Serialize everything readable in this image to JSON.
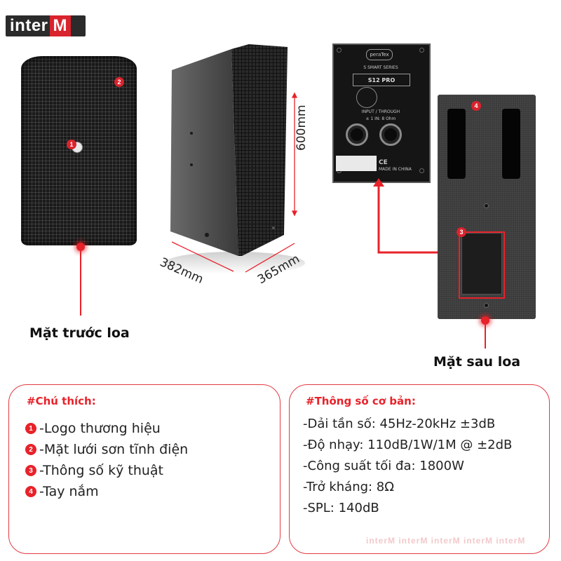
{
  "brand": {
    "logo_left": "inter",
    "logo_right": "M"
  },
  "front": {
    "caption": "Mặt trước loa",
    "markers": [
      "1",
      "2"
    ]
  },
  "dimensions": {
    "height": "600mm",
    "width": "382mm",
    "depth": "365mm"
  },
  "rear_panel": {
    "brand": "peraTex",
    "series": "S SMART SERIES",
    "model": "S12 PRO",
    "io_label": "INPUT / THROUGH",
    "impedance": "± 1 IN: 8 Ohm",
    "made_in": "MADE IN CHINA",
    "ce": "CE"
  },
  "back": {
    "caption": "Mặt sau loa",
    "markers": [
      "3",
      "4"
    ]
  },
  "legend": {
    "title": "#Chú thích:",
    "items": [
      {
        "num": "1",
        "text": "-Logo thương hiệu"
      },
      {
        "num": "2",
        "text": "-Mặt lưới sơn tĩnh điện"
      },
      {
        "num": "3",
        "text": "-Thông số kỹ thuật"
      },
      {
        "num": "4",
        "text": "-Tay nắm"
      }
    ]
  },
  "specs": {
    "title": "#Thông số cơ bản:",
    "items": [
      "-Dải tần số: 45Hz-20kHz ±3dB",
      "-Độ nhạy: 110dB/1W/1M @ ±2dB",
      "-Công suất tối đa: 1800W",
      "-Trở kháng: 8Ω",
      "-SPL: 140dB"
    ]
  },
  "watermark": "interM interM interM interM interM",
  "colors": {
    "accent": "#e8222a",
    "logo_bg": "#2b2b2b"
  }
}
